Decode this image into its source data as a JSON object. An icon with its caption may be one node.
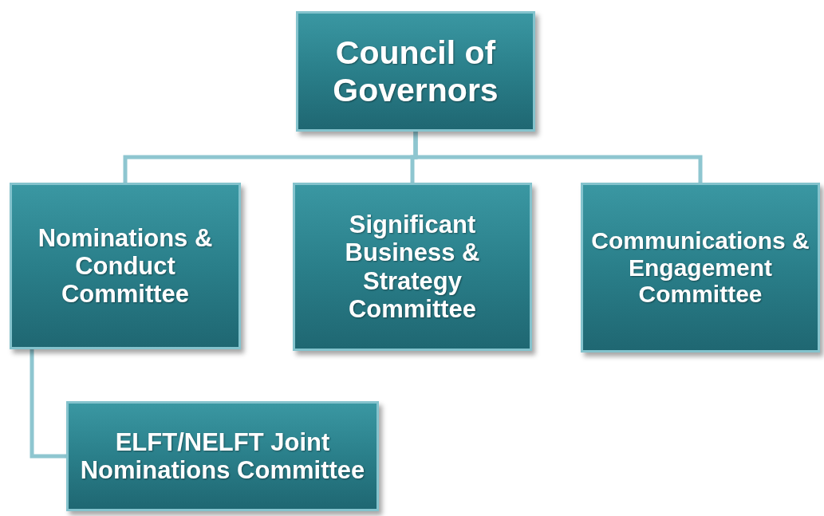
{
  "diagram": {
    "nodes": [
      {
        "text": [
          "Council of Governors"
        ]
      },
      {
        "text": [
          "Nominations & Conduct Committee"
        ]
      },
      {
        "text": [
          "Significant Business & Strategy Committee"
        ]
      },
      {
        "text": [
          "Communications & Engagement Committee"
        ]
      },
      {
        "text": [
          "ELFT/NELFT Joint Nominations Committee"
        ]
      }
    ],
    "edges": [
      {
        "from": 0,
        "to": 1,
        "arrow": "none"
      },
      {
        "from": 0,
        "to": 2,
        "arrow": "none"
      },
      {
        "from": 0,
        "to": 3,
        "arrow": "none"
      },
      {
        "from": 1,
        "to": 4,
        "arrow": "none"
      }
    ]
  }
}
